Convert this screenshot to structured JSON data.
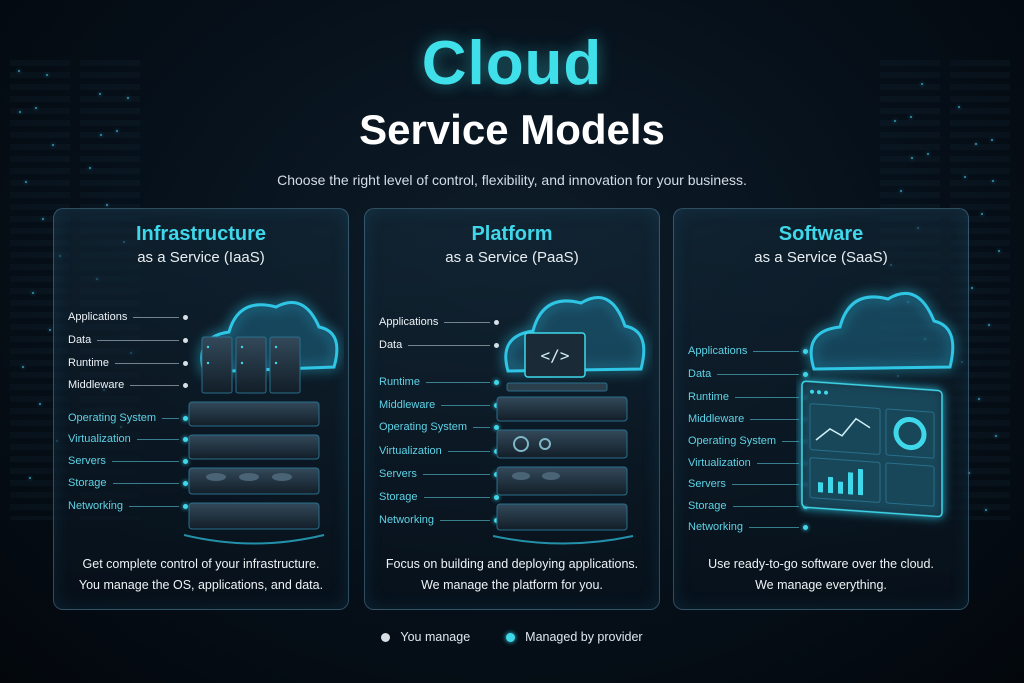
{
  "header": {
    "title_accent": "Cloud",
    "title_main": "Service Models",
    "subtitle": "Choose the right level of control, flexibility, and innovation for your business."
  },
  "colors": {
    "accent": "#3fd8ea",
    "you_manage": "#d8e0e6",
    "provider": "#3fd8ea"
  },
  "cards": [
    {
      "title": "Infrastructure",
      "subtitle": "as a Service (IaaS)",
      "icon": "server-stack-icon",
      "layers": [
        {
          "label": "Applications",
          "managed_by": "you"
        },
        {
          "label": "Data",
          "managed_by": "you"
        },
        {
          "label": "Runtime",
          "managed_by": "you"
        },
        {
          "label": "Middleware",
          "managed_by": "you"
        },
        {
          "label": "Operating System",
          "managed_by": "provider"
        },
        {
          "label": "Virtualization",
          "managed_by": "provider"
        },
        {
          "label": "Servers",
          "managed_by": "provider"
        },
        {
          "label": "Storage",
          "managed_by": "provider"
        },
        {
          "label": "Networking",
          "managed_by": "provider"
        }
      ],
      "description_line1": "Get complete control of your infrastructure.",
      "description_line2": "You manage the OS, applications, and data."
    },
    {
      "title": "Platform",
      "subtitle": "as a Service (PaaS)",
      "icon": "code-platform-icon",
      "layers": [
        {
          "label": "Applications",
          "managed_by": "you"
        },
        {
          "label": "Data",
          "managed_by": "you"
        },
        {
          "label": "Runtime",
          "managed_by": "provider"
        },
        {
          "label": "Middleware",
          "managed_by": "provider"
        },
        {
          "label": "Operating System",
          "managed_by": "provider"
        },
        {
          "label": "Virtualization",
          "managed_by": "provider"
        },
        {
          "label": "Servers",
          "managed_by": "provider"
        },
        {
          "label": "Storage",
          "managed_by": "provider"
        },
        {
          "label": "Networking",
          "managed_by": "provider"
        }
      ],
      "description_line1": "Focus on building and deploying applications.",
      "description_line2": "We manage the platform for you."
    },
    {
      "title": "Software",
      "subtitle": "as a Service (SaaS)",
      "icon": "dashboard-app-icon",
      "layers": [
        {
          "label": "Applications",
          "managed_by": "provider"
        },
        {
          "label": "Data",
          "managed_by": "provider"
        },
        {
          "label": "Runtime",
          "managed_by": "provider"
        },
        {
          "label": "Middleware",
          "managed_by": "provider"
        },
        {
          "label": "Operating System",
          "managed_by": "provider"
        },
        {
          "label": "Virtualization",
          "managed_by": "provider"
        },
        {
          "label": "Servers",
          "managed_by": "provider"
        },
        {
          "label": "Storage",
          "managed_by": "provider"
        },
        {
          "label": "Networking",
          "managed_by": "provider"
        }
      ],
      "description_line1": "Use ready-to-go software over the cloud.",
      "description_line2": "We manage everything."
    }
  ],
  "legend": {
    "you_manage": "You manage",
    "managed_by_provider": "Managed by provider"
  }
}
